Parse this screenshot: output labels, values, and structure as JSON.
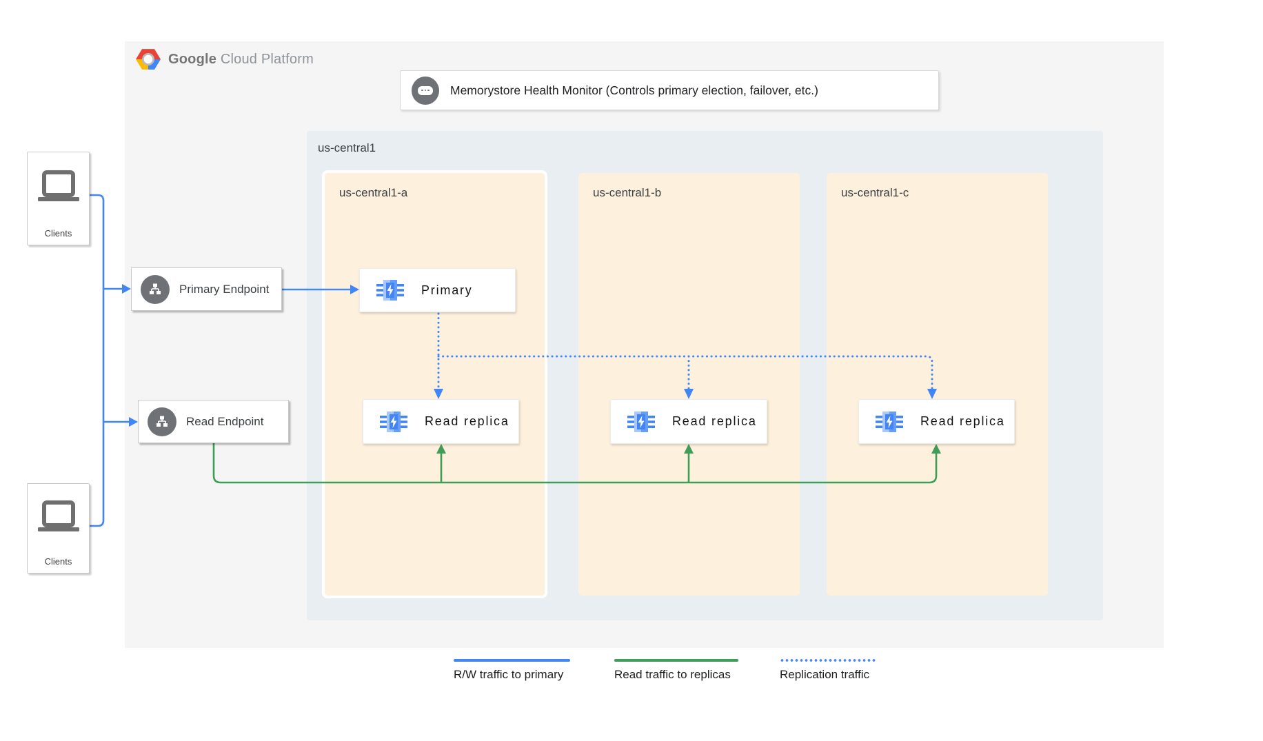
{
  "brand": {
    "name_bold": "Google",
    "name_light": "Cloud Platform"
  },
  "health_monitor": {
    "label": "Memorystore Health Monitor (Controls primary election, failover, etc.)",
    "icon": "chat-ellipsis-icon"
  },
  "region": {
    "label": "us-central1",
    "zones": [
      {
        "label": "us-central1-a",
        "highlighted": true
      },
      {
        "label": "us-central1-b",
        "highlighted": false
      },
      {
        "label": "us-central1-c",
        "highlighted": false
      }
    ]
  },
  "nodes": {
    "primary": {
      "label": "Primary",
      "icon": "memorystore-icon"
    },
    "replica": {
      "label": "Read replica",
      "icon": "memorystore-icon"
    }
  },
  "endpoints": {
    "primary": {
      "label": "Primary Endpoint",
      "icon": "network-endpoint-icon"
    },
    "read": {
      "label": "Read Endpoint",
      "icon": "network-endpoint-icon"
    }
  },
  "clients": {
    "label": "Clients",
    "icon": "laptop-icon"
  },
  "legend": [
    {
      "label": "R/W traffic to primary",
      "line_style": "solid",
      "color": "#4285f4"
    },
    {
      "label": "Read traffic to replicas",
      "line_style": "solid",
      "color": "#3f9d58"
    },
    {
      "label": "Replication traffic",
      "line_style": "dotted",
      "color": "#4285f4"
    }
  ],
  "colors": {
    "rw_traffic_blue": "#4285f4",
    "read_traffic_green": "#3f9d58",
    "replication_blue": "#4285f4",
    "zone_bg": "#fdf0dc",
    "region_bg": "#e9eef3",
    "panel_bg": "#f5f5f6",
    "icon_gray": "#6e7277"
  }
}
